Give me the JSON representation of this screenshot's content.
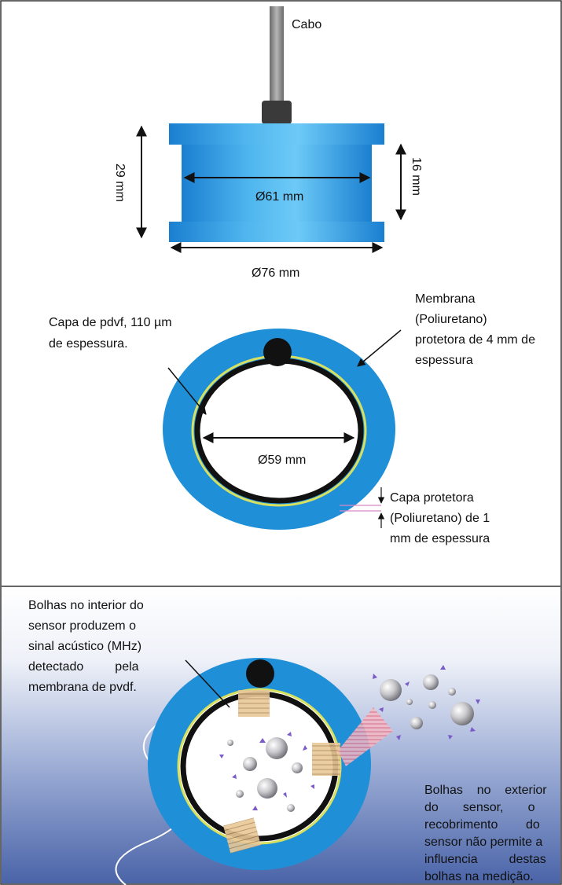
{
  "labels": {
    "cable": "Cabo",
    "height_total": "29 mm",
    "height_inner": "16 mm",
    "inner_diameter_side": "Ø61 mm",
    "outer_diameter": "Ø76 mm",
    "inner_diameter_top": "Ø59 mm",
    "pvdf_layer": [
      "Capa de pdvf, 110 µm",
      "de espessura."
    ],
    "membrane": [
      "Membrana",
      "(Poliuretano)",
      "protetora de 4 mm de",
      "espessura"
    ],
    "protective_layer": [
      "Capa protetora",
      "(Poliuretano) de 1",
      "mm   de espessura"
    ],
    "inner_bubbles": [
      "Bolhas no interior do",
      "sensor produzem o",
      "sinal acústico (MHz)",
      "detectado         pela",
      "membrana de pvdf."
    ],
    "outer_bubbles": [
      "Bolhas    no    exterior",
      "do       sensor,       o",
      "recobrimento        do",
      "sensor não permite a",
      "influencia         destas",
      "bolhas na medição."
    ]
  },
  "colors": {
    "sensor_blue": "#1f8fd8",
    "sensor_blue_light": "#5fc0f2",
    "pvdf_yellow": "#d8e060",
    "ring_black": "#111111",
    "bg_gradient_bottom": "#4a64a8"
  },
  "icons": [
    "cable-icon",
    "bubble-icon",
    "arrow-icon"
  ]
}
